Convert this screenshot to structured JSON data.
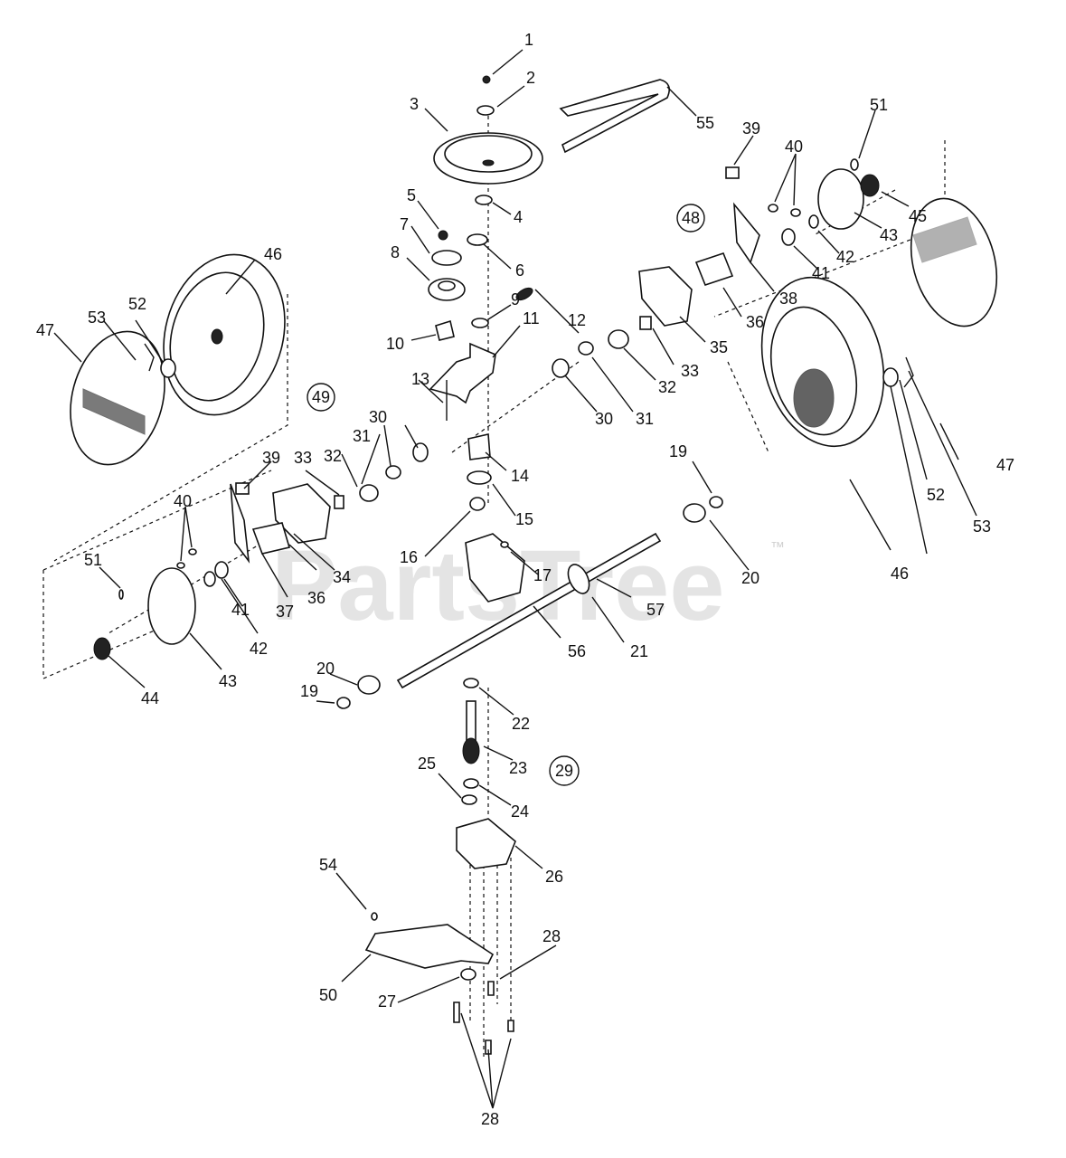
{
  "watermark": "PartsTree",
  "trademark": "™",
  "callouts": [
    "1",
    "2",
    "3",
    "4",
    "5",
    "6",
    "7",
    "8",
    "9",
    "10",
    "11",
    "12",
    "13",
    "14",
    "15",
    "16",
    "17",
    "19",
    "20",
    "20",
    "21",
    "22",
    "23",
    "24",
    "25",
    "26",
    "27",
    "28",
    "28",
    "30",
    "30",
    "31",
    "31",
    "32",
    "32",
    "33",
    "33",
    "34",
    "35",
    "36",
    "36",
    "37",
    "38",
    "39",
    "39",
    "40",
    "40",
    "41",
    "41",
    "42",
    "42",
    "43",
    "43",
    "44",
    "45",
    "46",
    "46",
    "47",
    "47",
    "50",
    "51",
    "51",
    "52",
    "52",
    "53",
    "53",
    "54",
    "55",
    "56",
    "57",
    "19"
  ],
  "circled_refs": [
    "48",
    "49",
    "29"
  ]
}
